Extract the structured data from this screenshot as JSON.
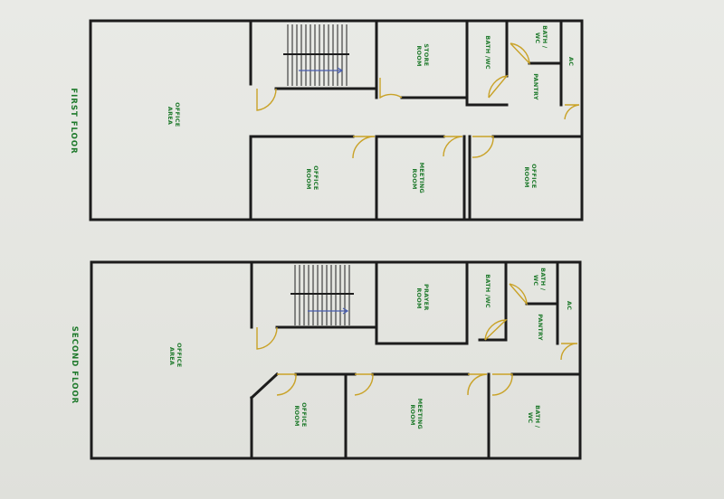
{
  "floors": [
    {
      "title": "FIRST FLOOR",
      "rooms": {
        "office_area": [
          "OFFICE",
          "AREA"
        ],
        "store_room": [
          "STORE",
          "ROOM"
        ],
        "bath_top": [
          "BATH /WC"
        ],
        "bath_wc": [
          "BATH /",
          "WC"
        ],
        "pantry": [
          "PANTRY"
        ],
        "ac": [
          "AC"
        ],
        "office_room": [
          "OFFICE",
          "ROOM"
        ],
        "meeting_room": [
          "MEETING",
          "ROOM"
        ],
        "office_room_right": [
          "OFFICE",
          "ROOM"
        ]
      }
    },
    {
      "title": "SECOND FLOOR",
      "rooms": {
        "office_area": [
          "OFFICE",
          "AREA"
        ],
        "prayer_room": [
          "PRAYER",
          "ROOM"
        ],
        "bath_top": [
          "BATH /WC"
        ],
        "bath_wc": [
          "BATH /",
          "WC"
        ],
        "pantry": [
          "PANTRY"
        ],
        "ac": [
          "AC"
        ],
        "office_room": [
          "OFFICE",
          "ROOM"
        ],
        "meeting_room": [
          "MEETING",
          "ROOM"
        ],
        "bath_bottom": [
          "BATH /",
          "WC"
        ]
      }
    }
  ]
}
